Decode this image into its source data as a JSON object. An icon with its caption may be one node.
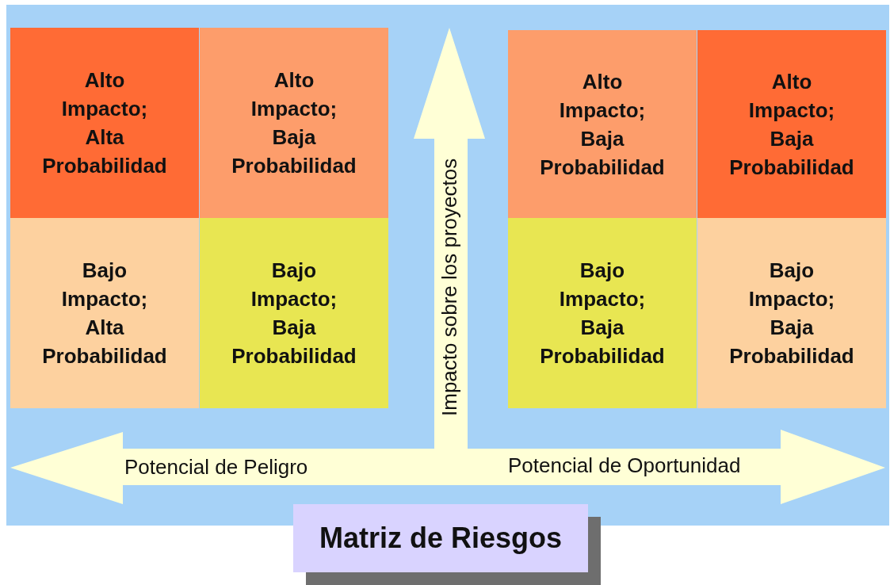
{
  "diagram": {
    "title": "Matriz de Riesgos",
    "nodes": [
      {
        "text": [
          "Alto Impacto; Alta Probabilidad"
        ]
      },
      {
        "text": [
          "Alto Impacto; Baja Probabilidad"
        ]
      },
      {
        "text": [
          "Alto Impacto; Baja Probabilidad"
        ]
      },
      {
        "text": [
          "Alto Impacto; Baja Probabilidad"
        ]
      },
      {
        "text": [
          "Bajo Impacto; Alta Probabilidad"
        ]
      },
      {
        "text": [
          "Bajo Impacto; Baja Probabilidad"
        ]
      },
      {
        "text": [
          "Bajo Impacto; Baja Probabilidad"
        ]
      },
      {
        "text": [
          "Bajo Impacto; Baja Probabilidad"
        ]
      }
    ],
    "labels": [
      "Impacto sobre los proyectos",
      "Potencial de Peligro",
      "Potencial de Oportunidad"
    ]
  }
}
